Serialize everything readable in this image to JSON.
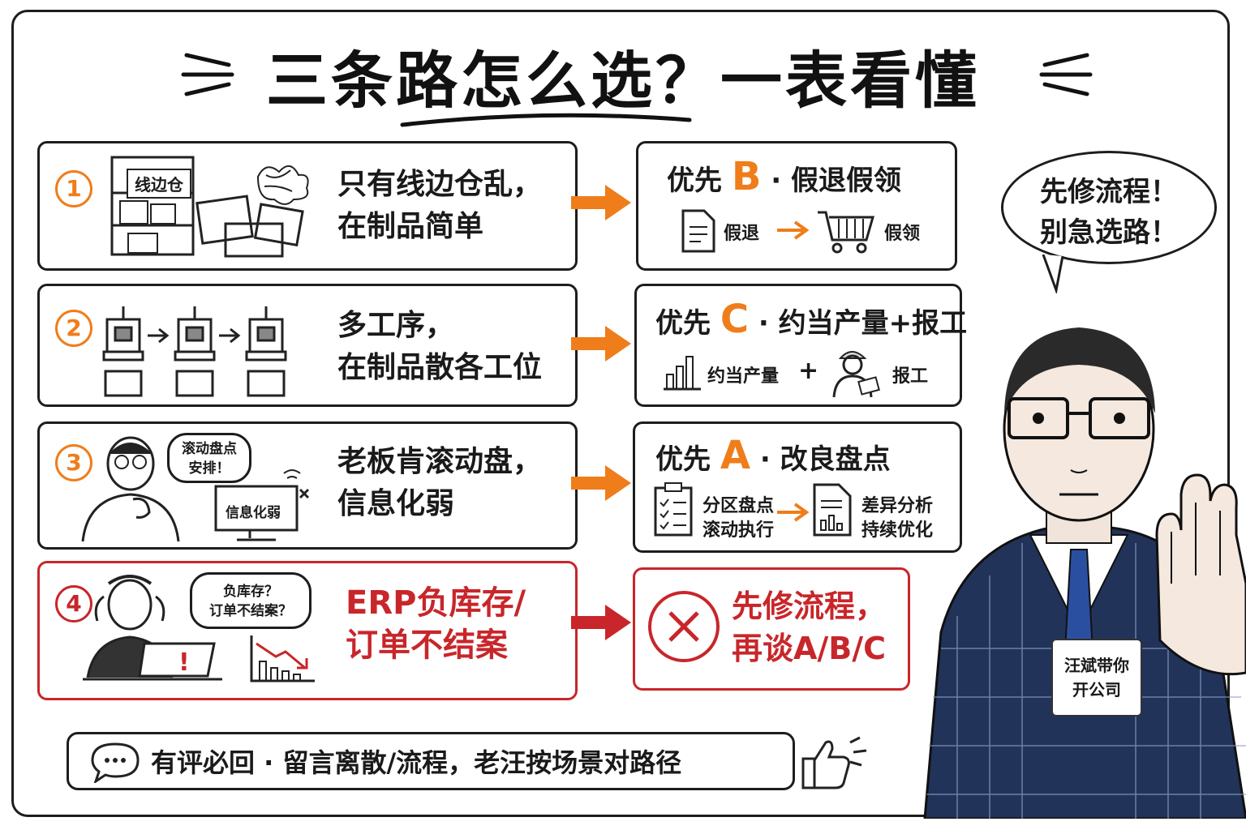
{
  "title": "三条路怎么选？一表看懂",
  "accent_orange": "#ef7d1a",
  "accent_red": "#c8262a",
  "rows": [
    {
      "number": "1",
      "illustration_label": "线边仓",
      "text": "只有线边仓乱，\n在制品简单",
      "result": {
        "prefix": "优先",
        "letter": "B",
        "suffix": "· 假退假领",
        "step1": "假退",
        "step2": "假领"
      }
    },
    {
      "number": "2",
      "text": "多工序，\n在制品散各工位",
      "result": {
        "prefix": "优先",
        "letter": "C",
        "suffix": "· 约当产量+报工",
        "step1": "约当产量",
        "plus": "+",
        "step2": "报工"
      }
    },
    {
      "number": "3",
      "bubble": "滚动盘点\n安排！",
      "monitor_label": "信息化弱",
      "text": "老板肯滚动盘，\n信息化弱",
      "result": {
        "prefix": "优先",
        "letter": "A",
        "suffix": "· 改良盘点",
        "step1": "分区盘点\n滚动执行",
        "step2": "差异分析\n持续优化"
      }
    },
    {
      "number": "4",
      "bubble": "负库存？\n订单不结案？",
      "laptop_mark": "!",
      "text": "ERP负库存/\n订单不结案",
      "result": {
        "text": "先修流程，\n再谈A/B/C"
      }
    }
  ],
  "footer": {
    "text": "有评必回 · 留言离散/流程，老汪按场景对路径",
    "chat_icon": "speech-bubble-icon",
    "thumb_icon": "thumbs-up-icon"
  },
  "speech": "先修流程！\n别急选路！",
  "badge": "汪斌带你\n开公司"
}
